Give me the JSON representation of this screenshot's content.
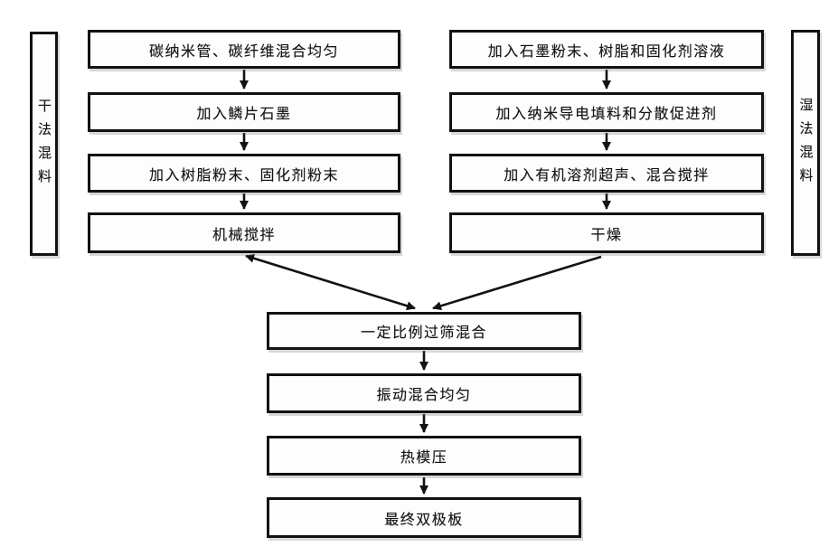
{
  "diagram": {
    "kind": "process-flowchart",
    "background_color": "#ffffff",
    "line_color": "#121212",
    "dry_group_label": "干法混料",
    "wet_group_label": "湿法混料",
    "dry_steps": [
      "碳纳米管、碳纤维混合均匀",
      "加入鳞片石墨",
      "加入树脂粉末、固化剂粉末",
      "机械搅拌"
    ],
    "wet_steps": [
      "加入石墨粉末、树脂和固化剂溶液",
      "加入纳米导电填料和分散促进剂",
      "加入有机溶剂超声、混合搅拌",
      "干燥"
    ],
    "combined_steps": [
      "一定比例过筛混合",
      "振动混合均匀",
      "热模压",
      "最终双极板"
    ]
  }
}
